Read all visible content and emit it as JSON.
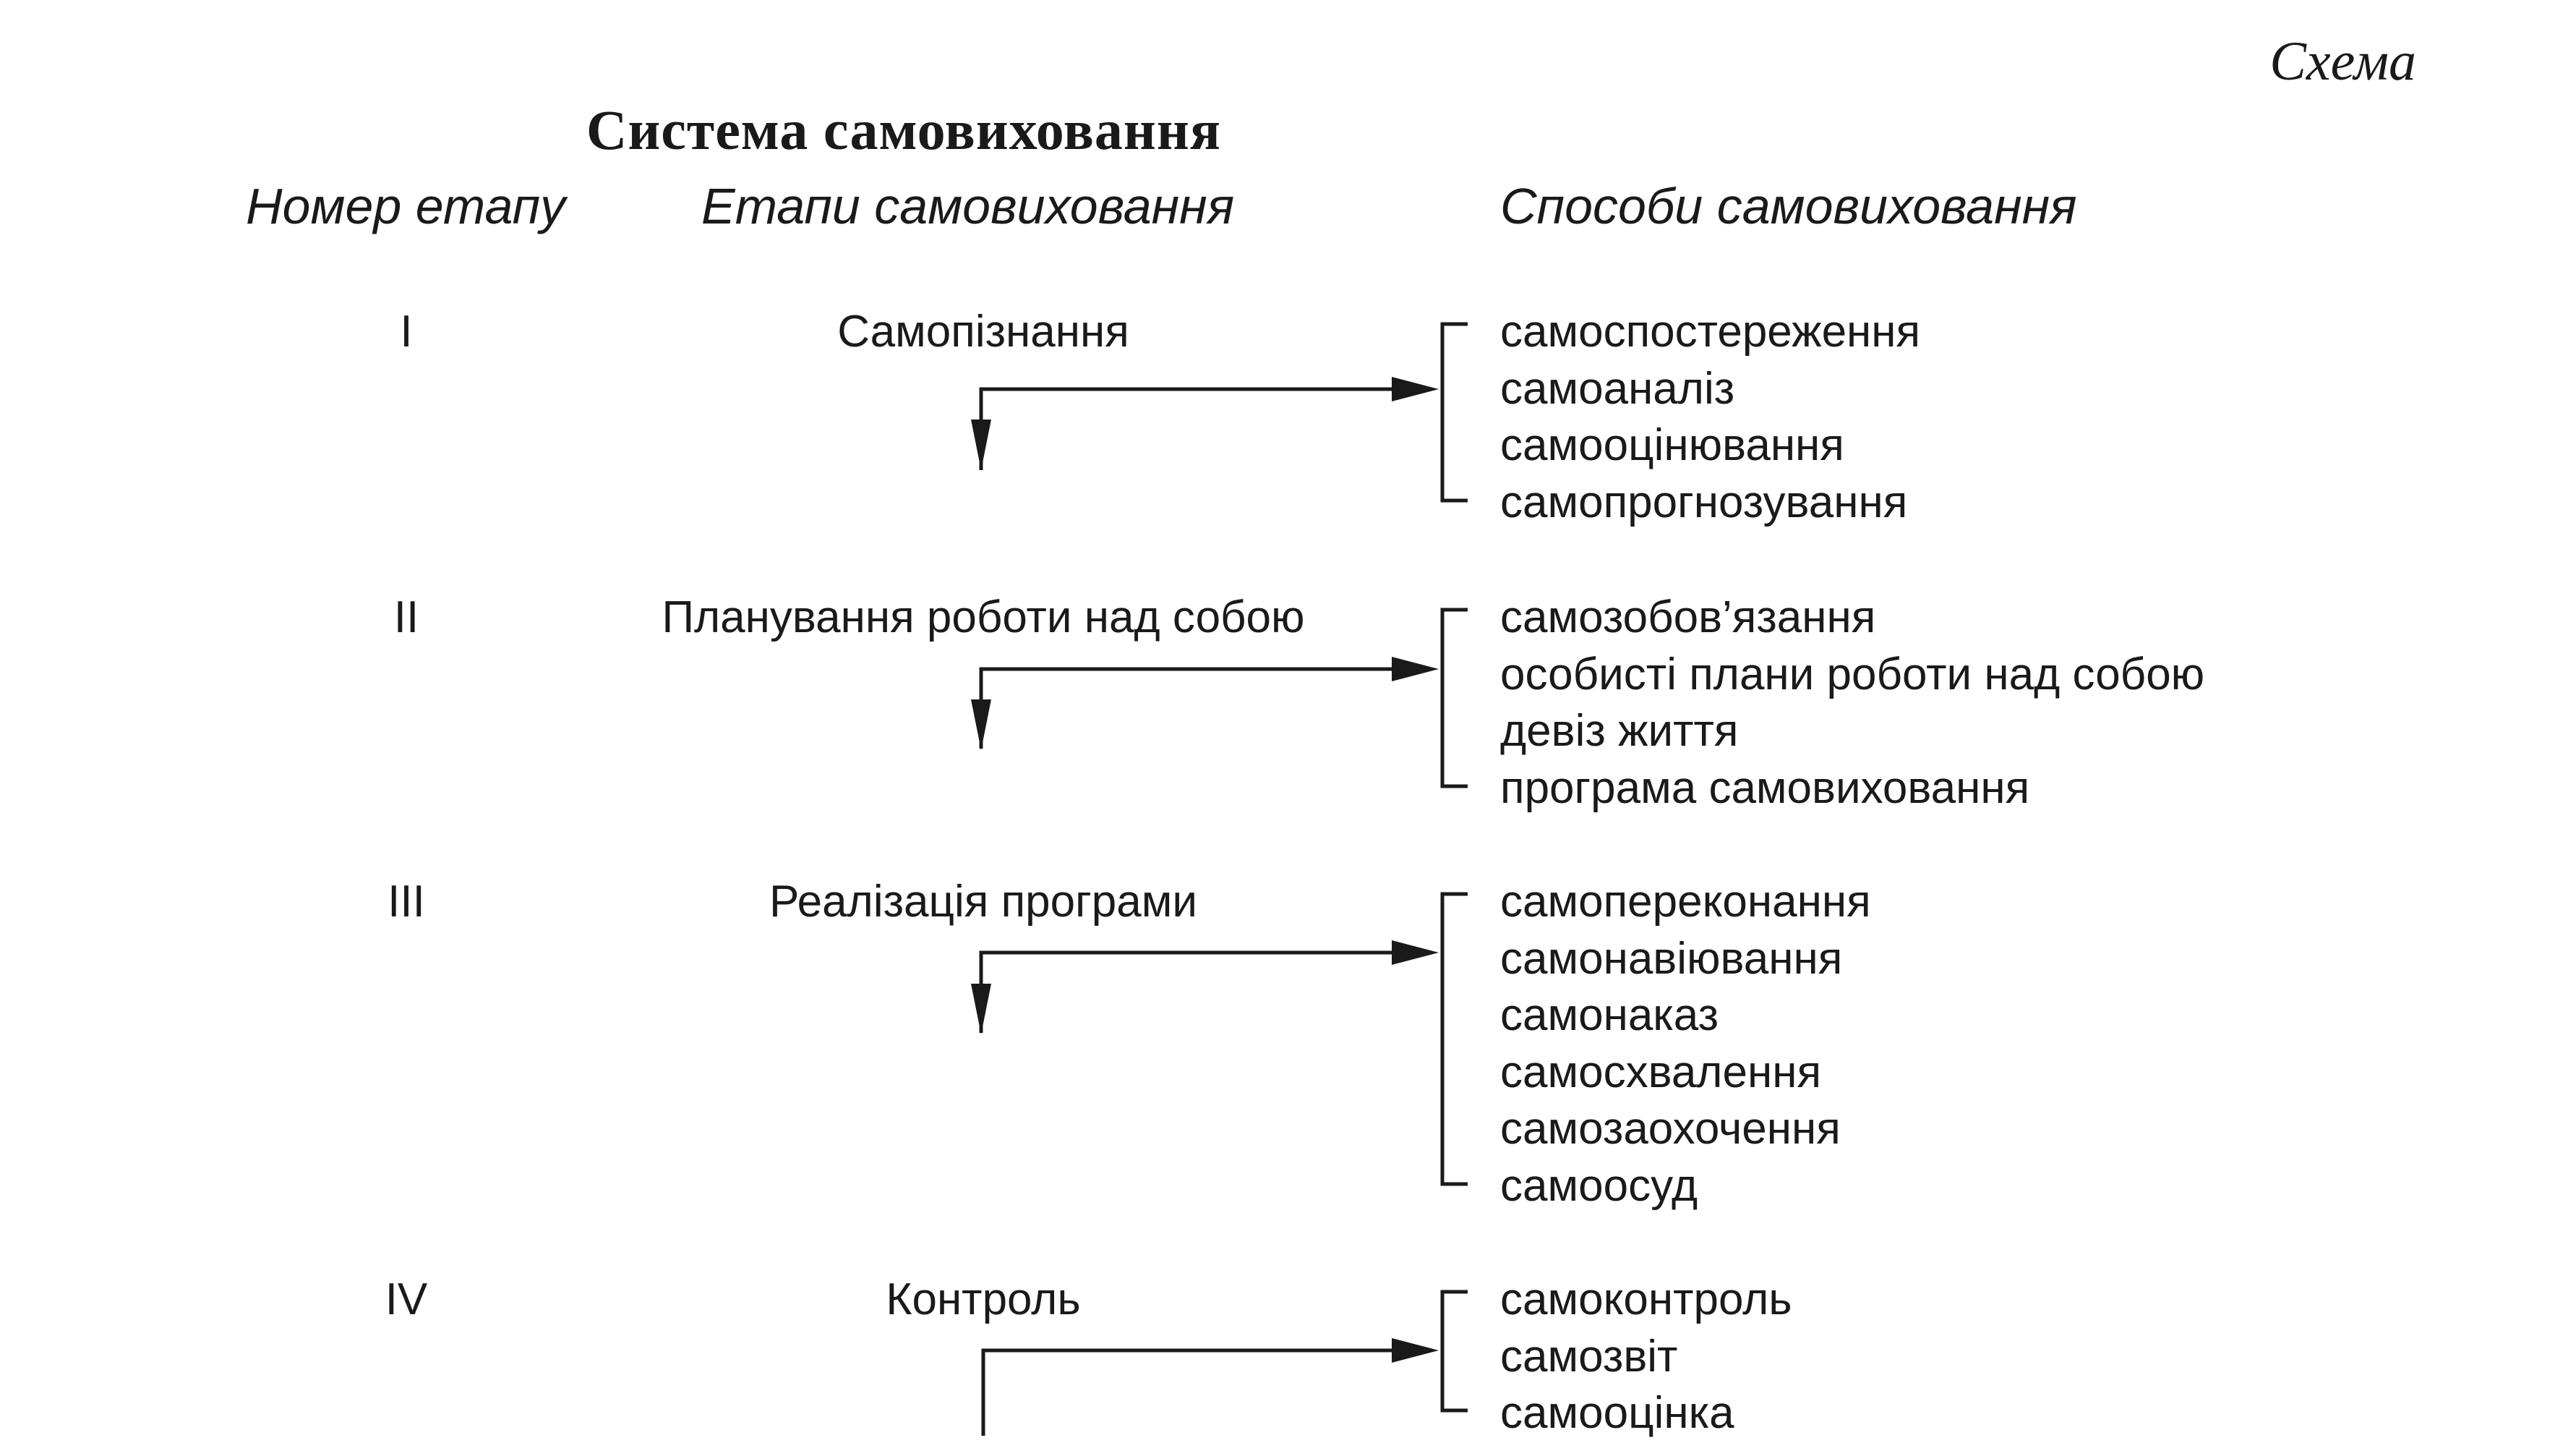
{
  "scheme_label": "Схема",
  "title": "Система самовиховання",
  "headers": {
    "number": "Номер етапу",
    "stage": "Етапи самовиховання",
    "methods": "Способи самовиховання"
  },
  "stages": [
    {
      "number": "I",
      "name": "Самопізнання",
      "methods": [
        "самоспостереження",
        "самоаналіз",
        "самооцінювання",
        "самопрогнозування"
      ]
    },
    {
      "number": "II",
      "name": "Планування роботи над собою",
      "methods": [
        "самозобов’язання",
        "особисті плани роботи над собою",
        "девіз життя",
        "програма самовиховання"
      ]
    },
    {
      "number": "III",
      "name": "Реалізація програми",
      "methods": [
        "самопереконання",
        "самонавіювання",
        "самонаказ",
        "самосхвалення",
        "самозаохочення",
        "самоосуд"
      ]
    },
    {
      "number": "IV",
      "name": "Контроль",
      "methods": [
        "самоконтроль",
        "самозвіт",
        "самооцінка"
      ]
    }
  ]
}
